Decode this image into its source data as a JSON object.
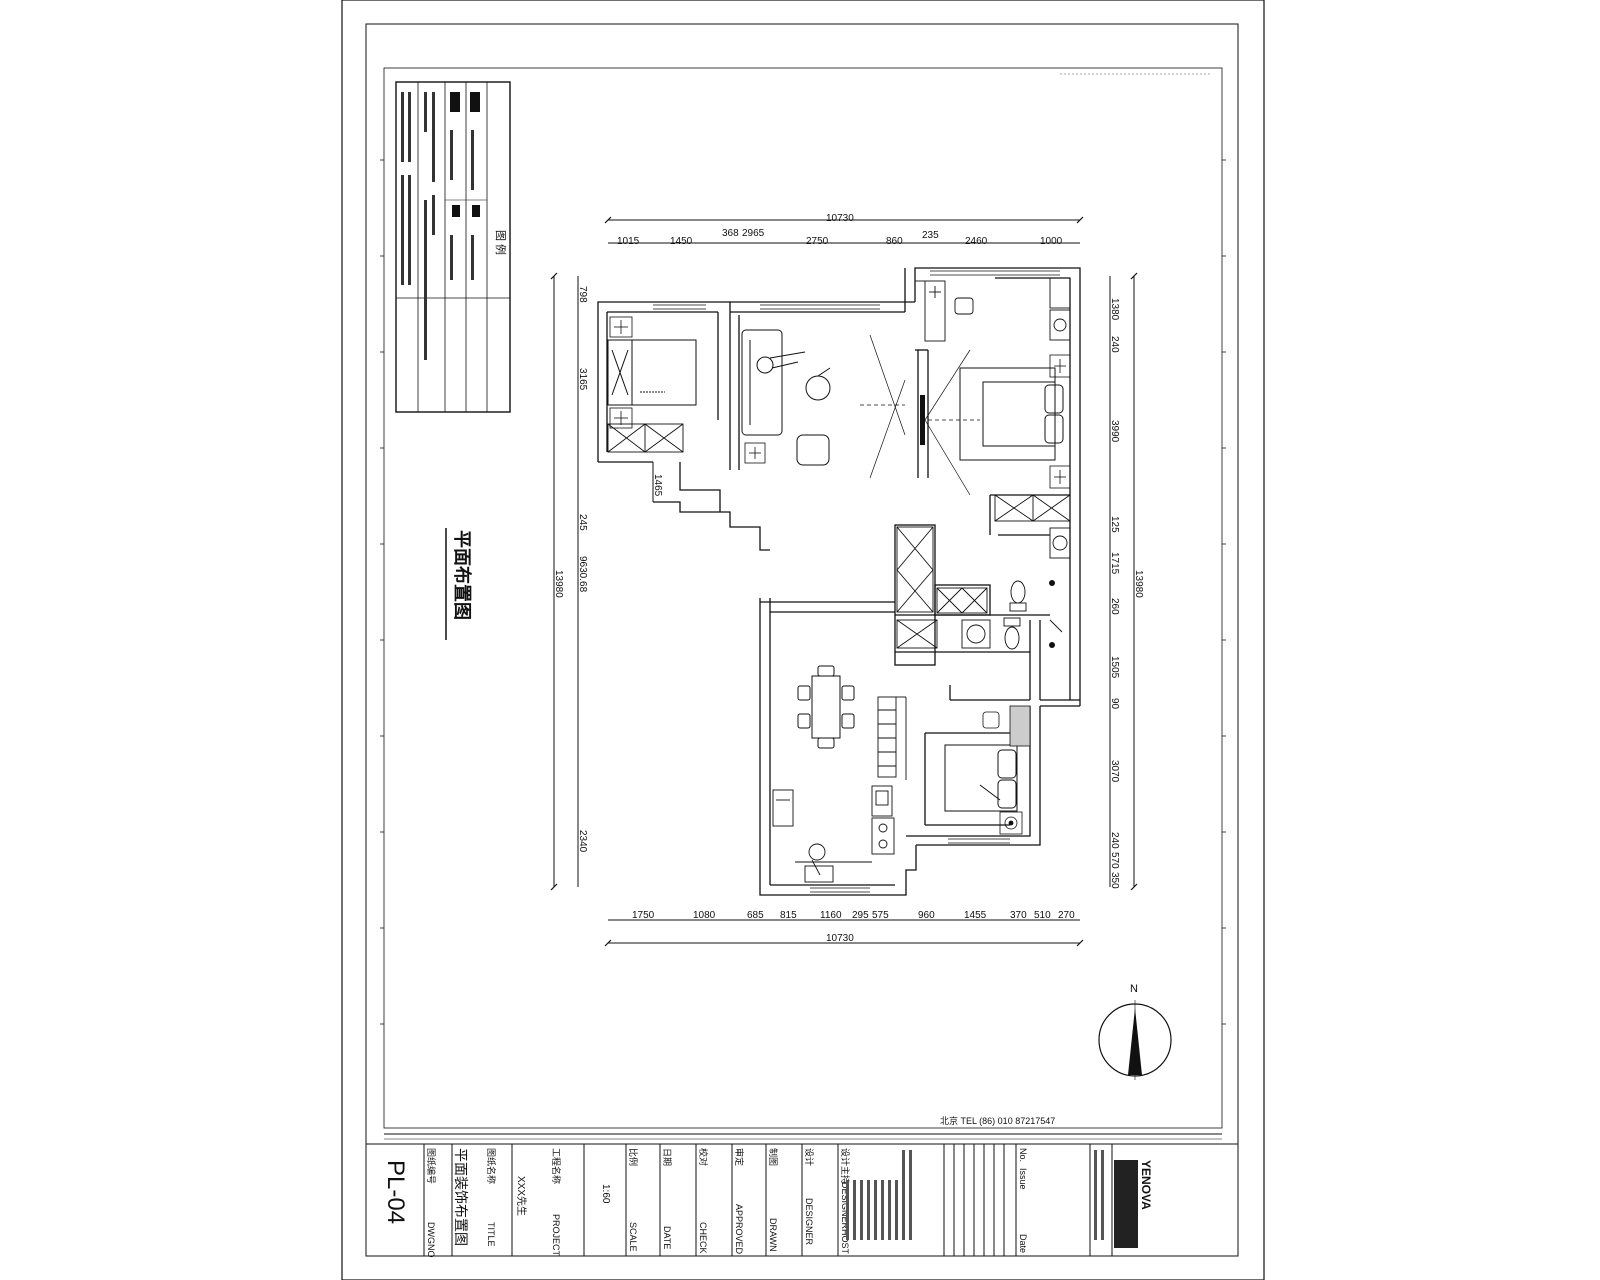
{
  "drawing": {
    "title": "平面布置图",
    "sheet_number": "PL-04",
    "north_label": "N",
    "company_address": "北京 TEL (86) 010 87217547"
  },
  "dimensions": {
    "top_total": "10730",
    "top_segments": [
      "1015",
      "1450",
      "368",
      "2965",
      "2750",
      "860",
      "235",
      "2460",
      "1000"
    ],
    "bottom_total": "10730",
    "bottom_segments": [
      "1750",
      "1080",
      "685",
      "815",
      "1160",
      "295",
      "575",
      "960",
      "1455",
      "370",
      "510",
      "270"
    ],
    "left_total": "13980",
    "left_segments": [
      "798",
      "3165",
      "245",
      "9630.68",
      "2340"
    ],
    "left_inner": "1465",
    "right_total": "13980",
    "right_segments": [
      "1380",
      "240",
      "3990",
      "125",
      "1715",
      "260",
      "1505",
      "90",
      "3070",
      "240",
      "570",
      "350"
    ]
  },
  "title_block": {
    "drawing_no_label": "DWGNO",
    "drawing_no_cn": "图纸编号",
    "title_label": "TITLE",
    "title_cn": "图纸名称",
    "drawing_name": "平面装饰布置图",
    "project_label": "PROJECT",
    "project_cn": "工程名称",
    "project_value": "XXX先生",
    "scale_label": "SCALE",
    "scale_cn": "比例",
    "scale_value": "1:60",
    "date_label": "DATE",
    "date_cn": "日期",
    "check_label": "CHECK",
    "check_cn": "校对",
    "approved_label": "APPROVED",
    "approved_cn": "审定",
    "drawn_label": "DRAWN",
    "drawn_cn": "制图",
    "designer_label": "DESIGNER",
    "designer_cn": "设计",
    "designerhost_label": "DESIGNERHOST",
    "designerhost_cn": "设计主持",
    "no_label": "No.",
    "issue_label": "Issue",
    "date2_label": "Date",
    "brand": "YENOVA"
  },
  "legend": {
    "title": "图 例"
  },
  "colors": {
    "line": "#111111",
    "paper": "#ffffff"
  }
}
